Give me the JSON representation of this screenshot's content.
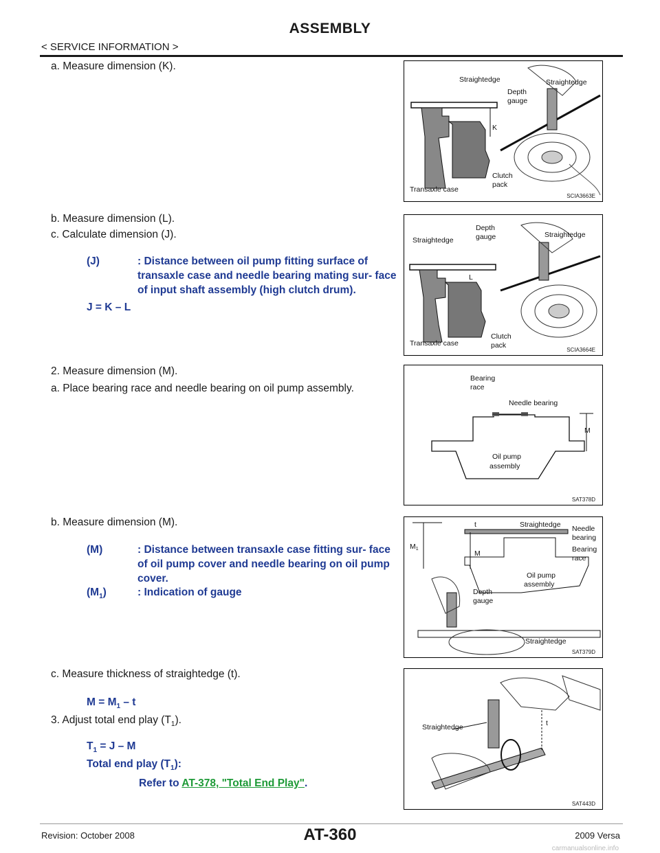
{
  "header": {
    "title": "ASSEMBLY",
    "section": "< SERVICE INFORMATION >"
  },
  "steps": {
    "a_k": "a. Measure dimension (K).",
    "b_l": "b. Measure dimension (L).",
    "c_j": "c. Calculate dimension (J).",
    "s2": "2. Measure dimension (M).",
    "a_place": "a. Place bearing race and needle bearing on oil pump assembly.",
    "b_m": "b. Measure dimension (M).",
    "c_t": "c. Measure thickness of straightedge (t).",
    "s3_pre": "3. Adjust total end play (T",
    "s3_sub": "1",
    "s3_post": ")."
  },
  "spec_j": {
    "key": "(J)",
    "value": ": Distance between oil pump fitting surface of transaxle case and needle bearing mating sur- face of input shaft assembly (high clutch drum).",
    "formula": "J = K – L"
  },
  "spec_m": {
    "key": "(M)",
    "value": ": Distance between transaxle case fitting sur- face of oil pump cover and needle bearing on oil pump cover.",
    "key2_pre": "(M",
    "key2_sub": "1",
    "key2_post": ")",
    "value2": ": Indication of gauge"
  },
  "formula_m": {
    "pre": "M = M",
    "sub": "1",
    "post": " – t"
  },
  "formula_t": {
    "l1_pre": "T",
    "l1_sub": "1",
    "l1_post": " = J – M",
    "l2_pre": "Total end play (T",
    "l2_sub": "1",
    "l2_post": "):",
    "refer": "Refer to ",
    "link": "AT-378, \"Total End Play\"",
    "end": "."
  },
  "figures": [
    {
      "code": "SCIA3663E",
      "labels": {
        "straightedge1": "Straightedge",
        "depth": "Depth",
        "gauge": "gauge",
        "straightedge2": "Straightedge",
        "k": "K",
        "clutch": "Clutch",
        "pack": "pack",
        "case": "Transaxle case"
      }
    },
    {
      "code": "SCIA3664E",
      "labels": {
        "straightedge1": "Straightedge",
        "depth": "Depth",
        "gauge": "gauge",
        "straightedge2": "Straightedge",
        "l": "L",
        "clutch": "Clutch",
        "pack": "pack",
        "case": "Transaxle case"
      }
    },
    {
      "code": "SAT378D",
      "labels": {
        "bearing": "Bearing",
        "race": "race",
        "needle": "Needle bearing",
        "m": "M",
        "oil": "Oil pump",
        "assembly": "assembly"
      }
    },
    {
      "code": "SAT379D",
      "labels": {
        "t": "t",
        "straightedge": "Straightedge",
        "needle": "Needle",
        "bearing": "bearing",
        "bearing2": "Bearing",
        "race": "race",
        "m1": "M",
        "m1sub": "1",
        "m": "M",
        "oil": "Oil pump",
        "assembly": "assembly",
        "depth": "Depth",
        "gauge": "gauge",
        "straightedge2": "Straightedge"
      }
    },
    {
      "code": "SAT443D",
      "labels": {
        "straightedge": "Straightedge",
        "t": "t"
      }
    }
  ],
  "footer": {
    "revision": "Revision: October 2008",
    "page": "AT-360",
    "model": "2009 Versa",
    "watermark": "carmanualsonline.info"
  }
}
